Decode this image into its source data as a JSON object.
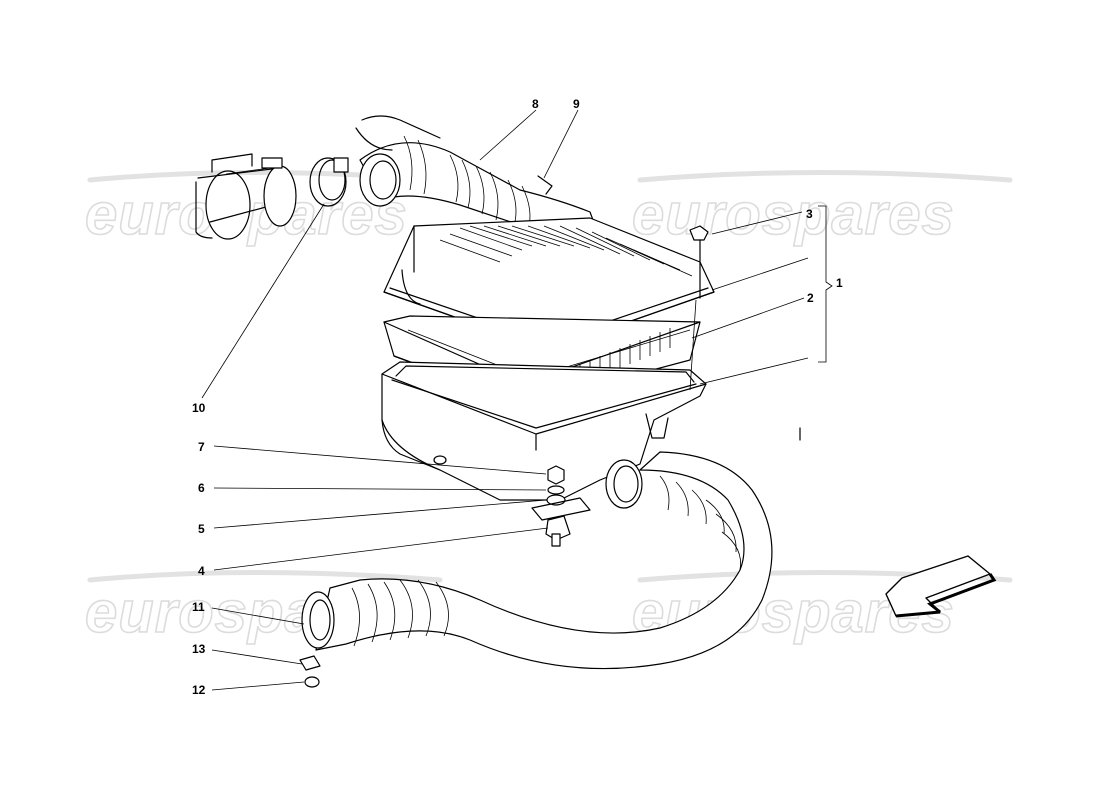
{
  "watermark": {
    "text": "eurospares",
    "color": "#dcdcdc"
  },
  "callouts": {
    "c1": "1",
    "c2": "2",
    "c3": "3",
    "c4": "4",
    "c5": "5",
    "c6": "6",
    "c7": "7",
    "c8": "8",
    "c9": "9",
    "c10": "10",
    "c11": "11",
    "c12": "12",
    "c13": "13"
  },
  "direction_arrow": {
    "icon": "direction-arrow-icon",
    "orientation": "down-left"
  },
  "colors": {
    "line": "#000000",
    "background": "#ffffff"
  }
}
